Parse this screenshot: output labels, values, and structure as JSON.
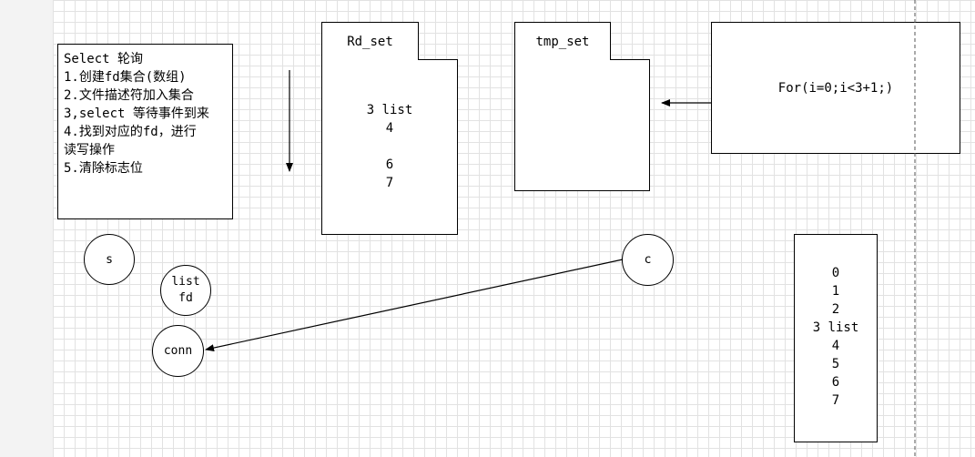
{
  "select_note": {
    "lines": [
      "Select 轮询",
      "1.创建fd集合(数组)",
      "2.文件描述符加入集合",
      "3,select 等待事件到来",
      "4.找到对应的fd，进行",
      "读写操作",
      "5.清除标志位"
    ]
  },
  "rd_set": {
    "tab_label": "Rd_set",
    "lines": [
      "3 list",
      "4",
      "",
      "6",
      "7"
    ]
  },
  "tmp_set": {
    "tab_label": "tmp_set"
  },
  "for_box": {
    "label": "For(i=0;i<3+1;)"
  },
  "fd_array": {
    "lines": [
      "0",
      "1",
      "2",
      "3 list",
      "4",
      "5",
      "6",
      "7"
    ]
  },
  "nodes": {
    "s": "s",
    "list_fd_1": "list",
    "list_fd_2": "fd",
    "conn": "conn",
    "c": "c"
  },
  "colors": {
    "grid": "#e2e2e2",
    "stroke": "#000000",
    "divider": "#555555"
  }
}
